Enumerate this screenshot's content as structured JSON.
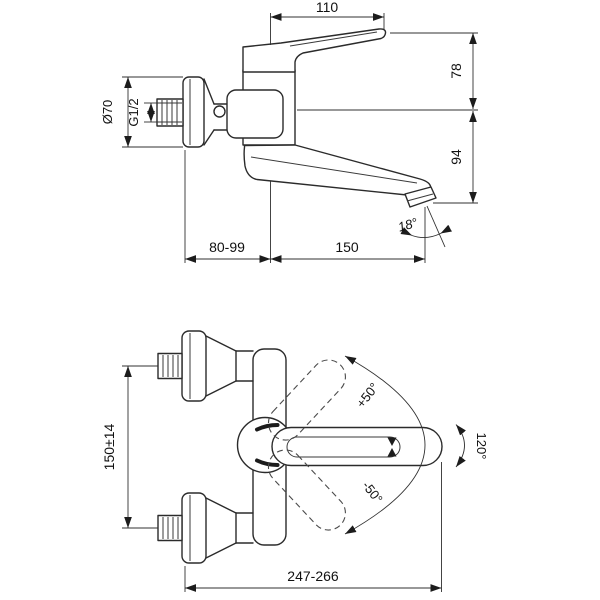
{
  "labels": {
    "side": {
      "handle_length": "110",
      "height_upper": "78",
      "height_lower": "94",
      "flange_diameter": "Ø70",
      "thread_size": "G1/2",
      "wall_clearance": "80-99",
      "spout_reach": "150",
      "spout_angle": "18°"
    },
    "plan": {
      "inlet_spacing": "150±14",
      "handle_rotation_up": "+50°",
      "handle_rotation_down": "-50°",
      "handle_arc": "120°",
      "overall_depth": "247-266"
    }
  }
}
